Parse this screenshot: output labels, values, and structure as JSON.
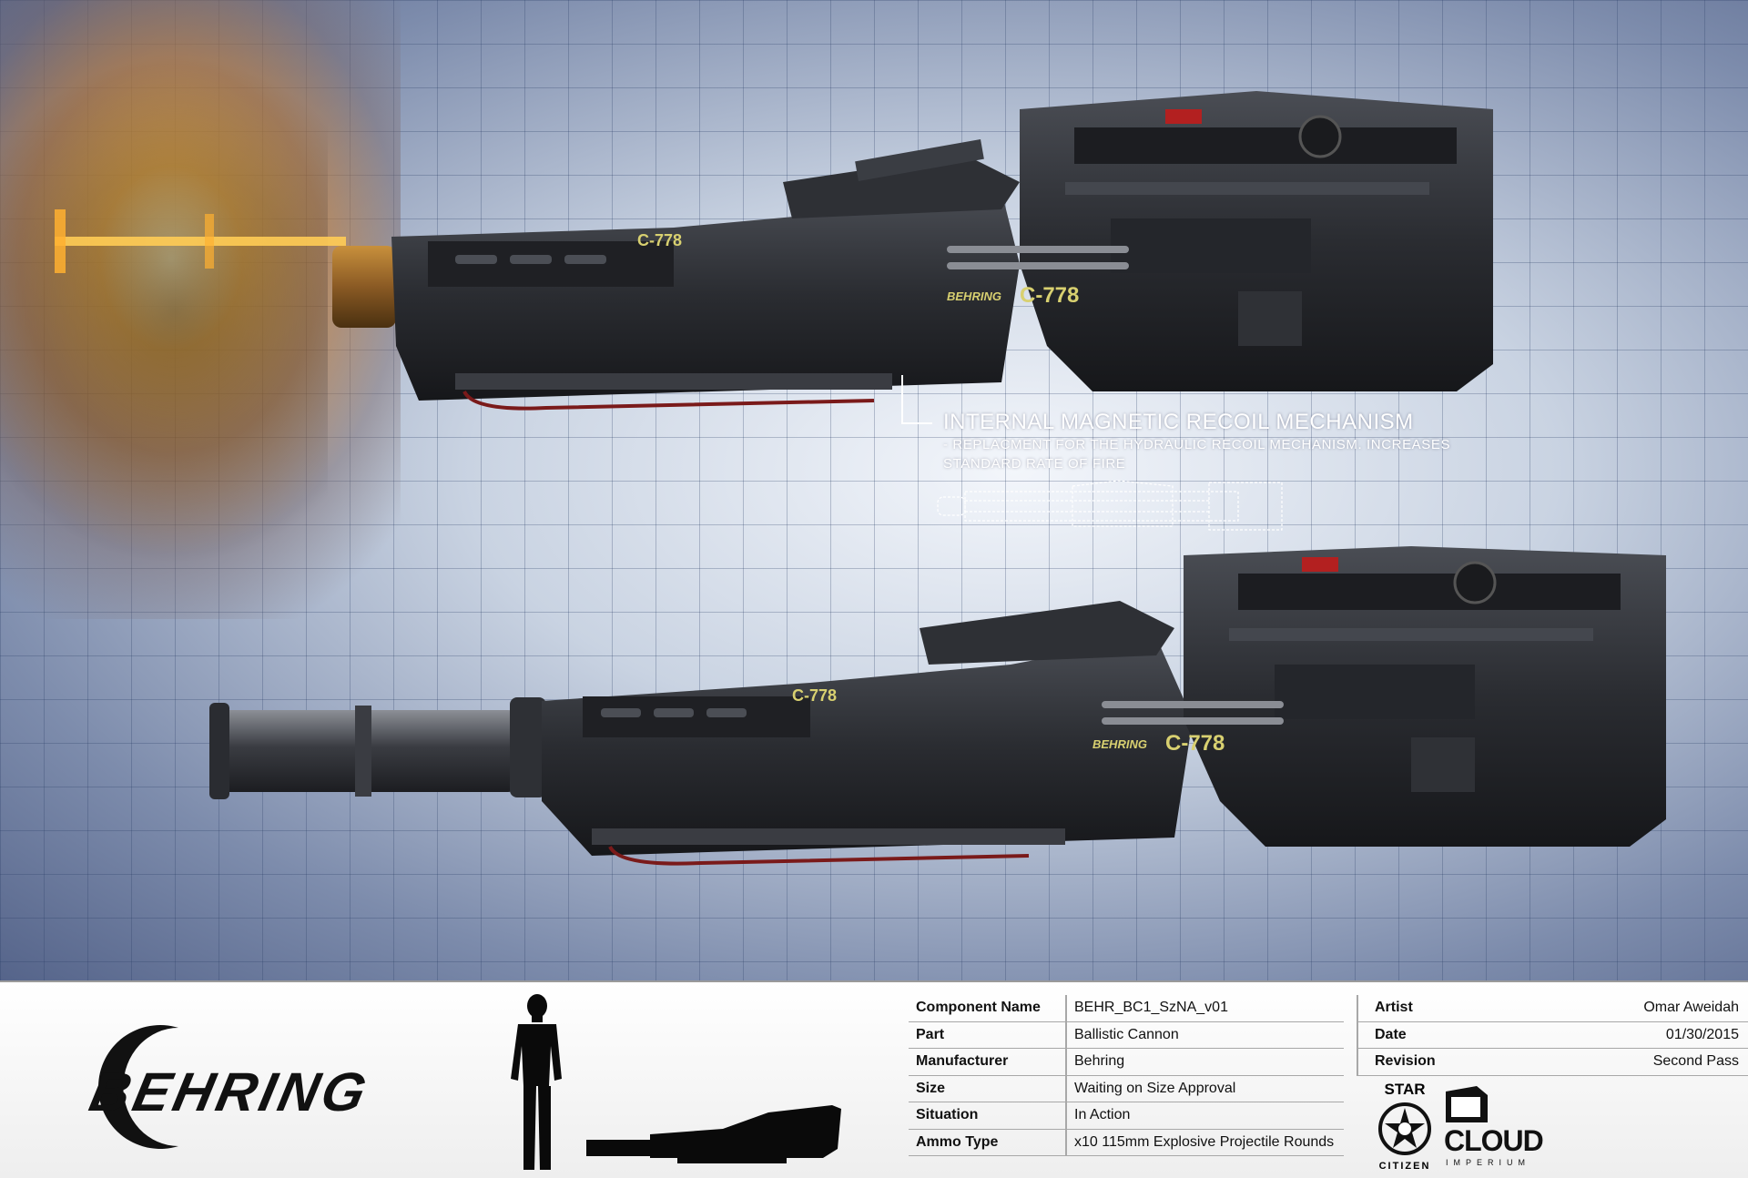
{
  "callout": {
    "title": "INTERNAL MAGNETIC RECOIL MECHANISM",
    "description": "- REPLACMENT FOR THE HYDRAULIC RECOIL MECHANISM. INCREASES STANDARD RATE OF FIRE"
  },
  "weapon_markings": {
    "model_top": "C-778",
    "brand_top": "BEHRING",
    "model_small": "C-778"
  },
  "brand": {
    "name": "BEHRING"
  },
  "specs_left": [
    {
      "label": "Component Name",
      "value": "BEHR_BC1_SzNA_v01"
    },
    {
      "label": "Part",
      "value": "Ballistic Cannon"
    },
    {
      "label": "Manufacturer",
      "value": "Behring"
    },
    {
      "label": "Size",
      "value": "Waiting on Size Approval"
    },
    {
      "label": "Situation",
      "value": "In Action"
    },
    {
      "label": "Ammo Type",
      "value": "x10 115mm Explosive Projectile Rounds"
    }
  ],
  "specs_right": [
    {
      "label": "Artist",
      "value": "Omar Aweidah"
    },
    {
      "label": "Date",
      "value": "01/30/2015"
    },
    {
      "label": "Revision",
      "value": "Second Pass"
    }
  ],
  "logos": {
    "star_citizen_top": "STAR",
    "star_citizen_bottom": "CITIZEN",
    "cloud_word": "CLOUD",
    "cloud_sub": "IMPERIUM"
  },
  "colors": {
    "accent_muzzle": "#f0a030",
    "weapon_body": "#2a2c30",
    "marking": "#d8d070"
  }
}
